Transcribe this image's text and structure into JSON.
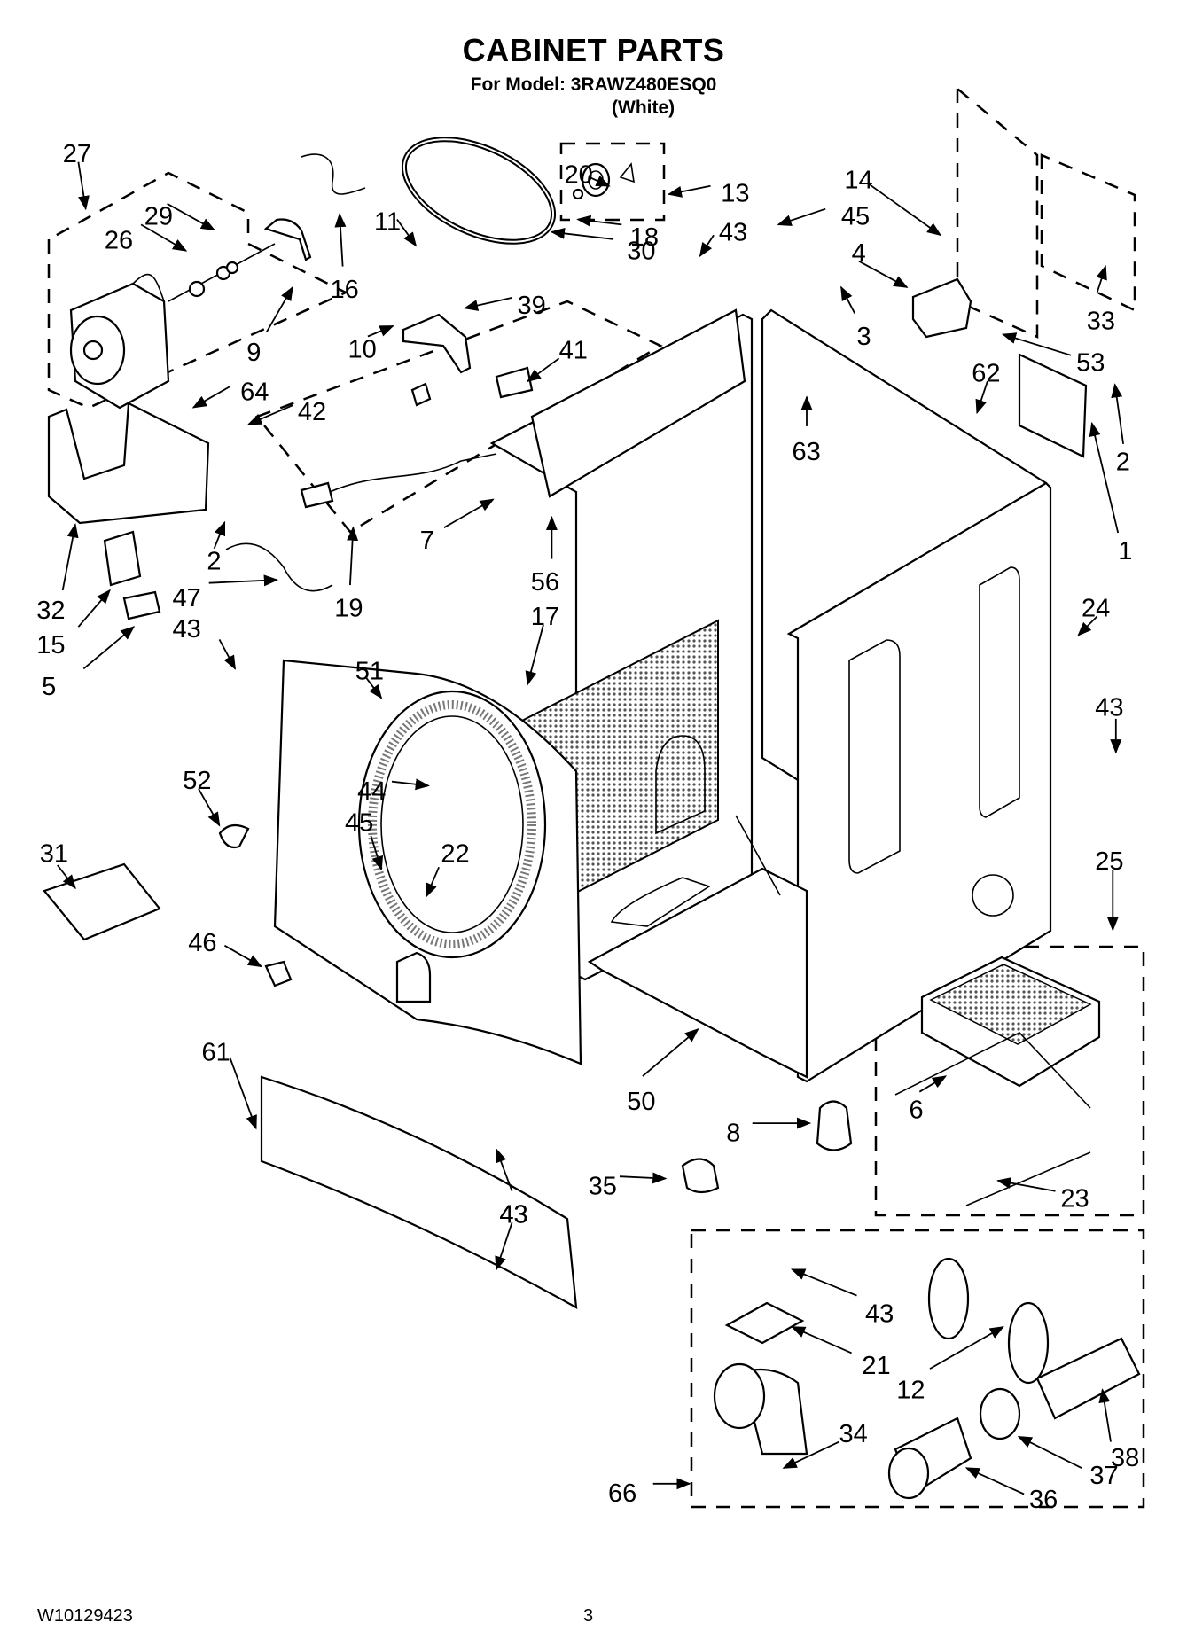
{
  "header": {
    "title": "CABINET PARTS",
    "model_line": "For Model: 3RAWZ480ESQ0",
    "color_line": "(White)"
  },
  "footer": {
    "document_number": "W10129423",
    "page_number": "3"
  },
  "callouts": [
    "27",
    "29",
    "26",
    "16",
    "11",
    "20",
    "18",
    "13",
    "30",
    "43",
    "45",
    "14",
    "4",
    "3",
    "33",
    "53",
    "39",
    "10",
    "9",
    "64",
    "42",
    "41",
    "62",
    "63",
    "2",
    "1",
    "32",
    "7",
    "56",
    "19",
    "2",
    "47",
    "15",
    "43",
    "5",
    "17",
    "51",
    "24",
    "43",
    "52",
    "44",
    "31",
    "45",
    "22",
    "25",
    "46",
    "61",
    "50",
    "6",
    "8",
    "23",
    "35",
    "43",
    "43",
    "43",
    "21",
    "12",
    "34",
    "38",
    "37",
    "36",
    "66"
  ]
}
